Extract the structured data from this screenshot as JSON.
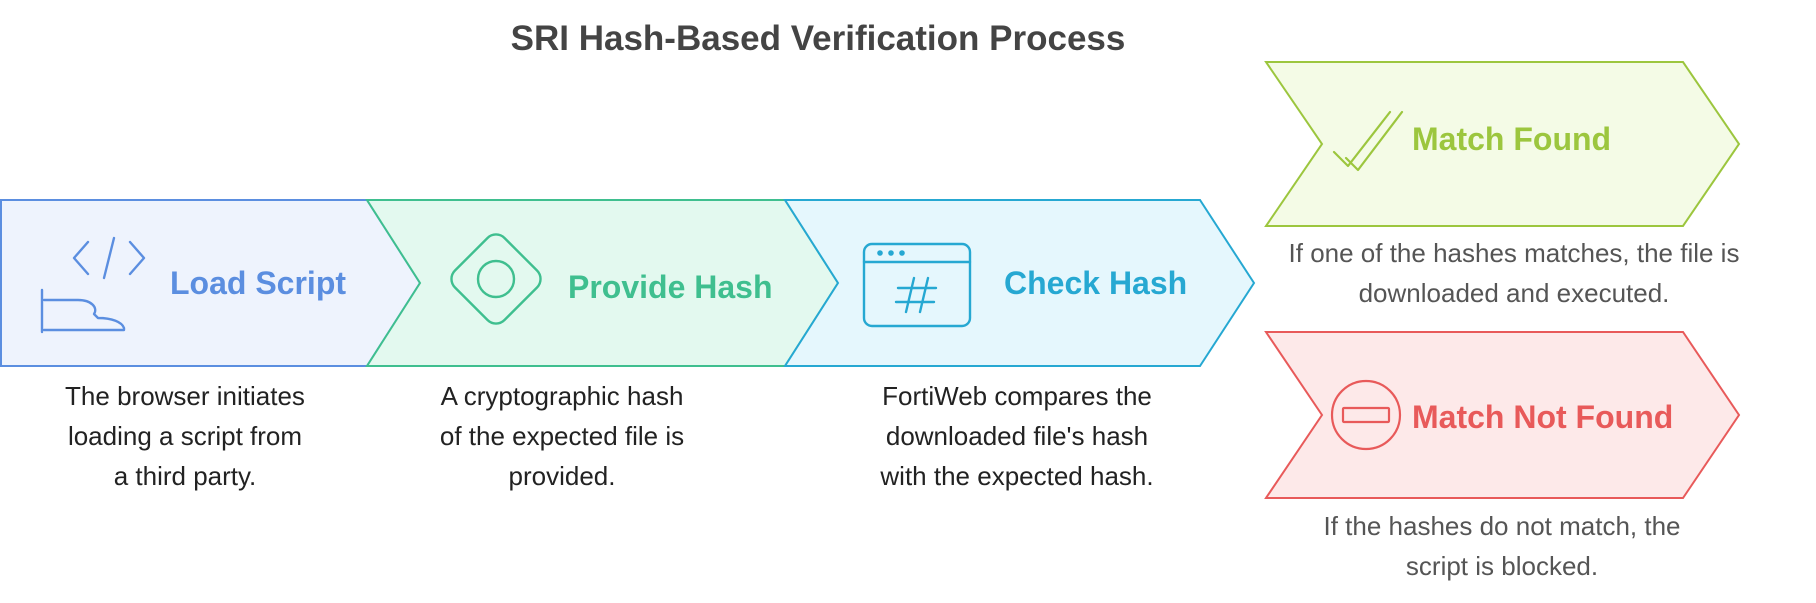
{
  "title": "SRI Hash-Based Verification Process",
  "colors": {
    "load_stroke": "#5b8ee0",
    "load_fill": "#eef3fd",
    "provide_stroke": "#3fbf8f",
    "provide_fill": "#e3f9ef",
    "check_stroke": "#26a8d2",
    "check_fill": "#e5f7fd",
    "found_stroke": "#9cc63e",
    "found_fill": "#f4fbe6",
    "notfound_stroke": "#e85a5a",
    "notfound_fill": "#fde9e9"
  },
  "steps": [
    {
      "label": "Load Script",
      "icon": "code-hand-icon",
      "description": [
        "The browser initiates",
        "loading a script from",
        "a third party."
      ]
    },
    {
      "label": "Provide Hash",
      "icon": "diamond-circle-icon",
      "description": [
        "A cryptographic hash",
        "of the expected file is",
        "provided."
      ]
    },
    {
      "label": "Check Hash",
      "icon": "browser-hash-icon",
      "description": [
        "FortiWeb compares the",
        "downloaded file's hash",
        "with the expected hash."
      ]
    }
  ],
  "outcomes": [
    {
      "label": "Match Found",
      "icon": "double-check-icon",
      "description": [
        "If one of the hashes matches, the file is",
        "downloaded and executed."
      ]
    },
    {
      "label": "Match Not Found",
      "icon": "blocked-circle-icon",
      "description": [
        "If the hashes do not match, the",
        "script is blocked."
      ]
    }
  ]
}
